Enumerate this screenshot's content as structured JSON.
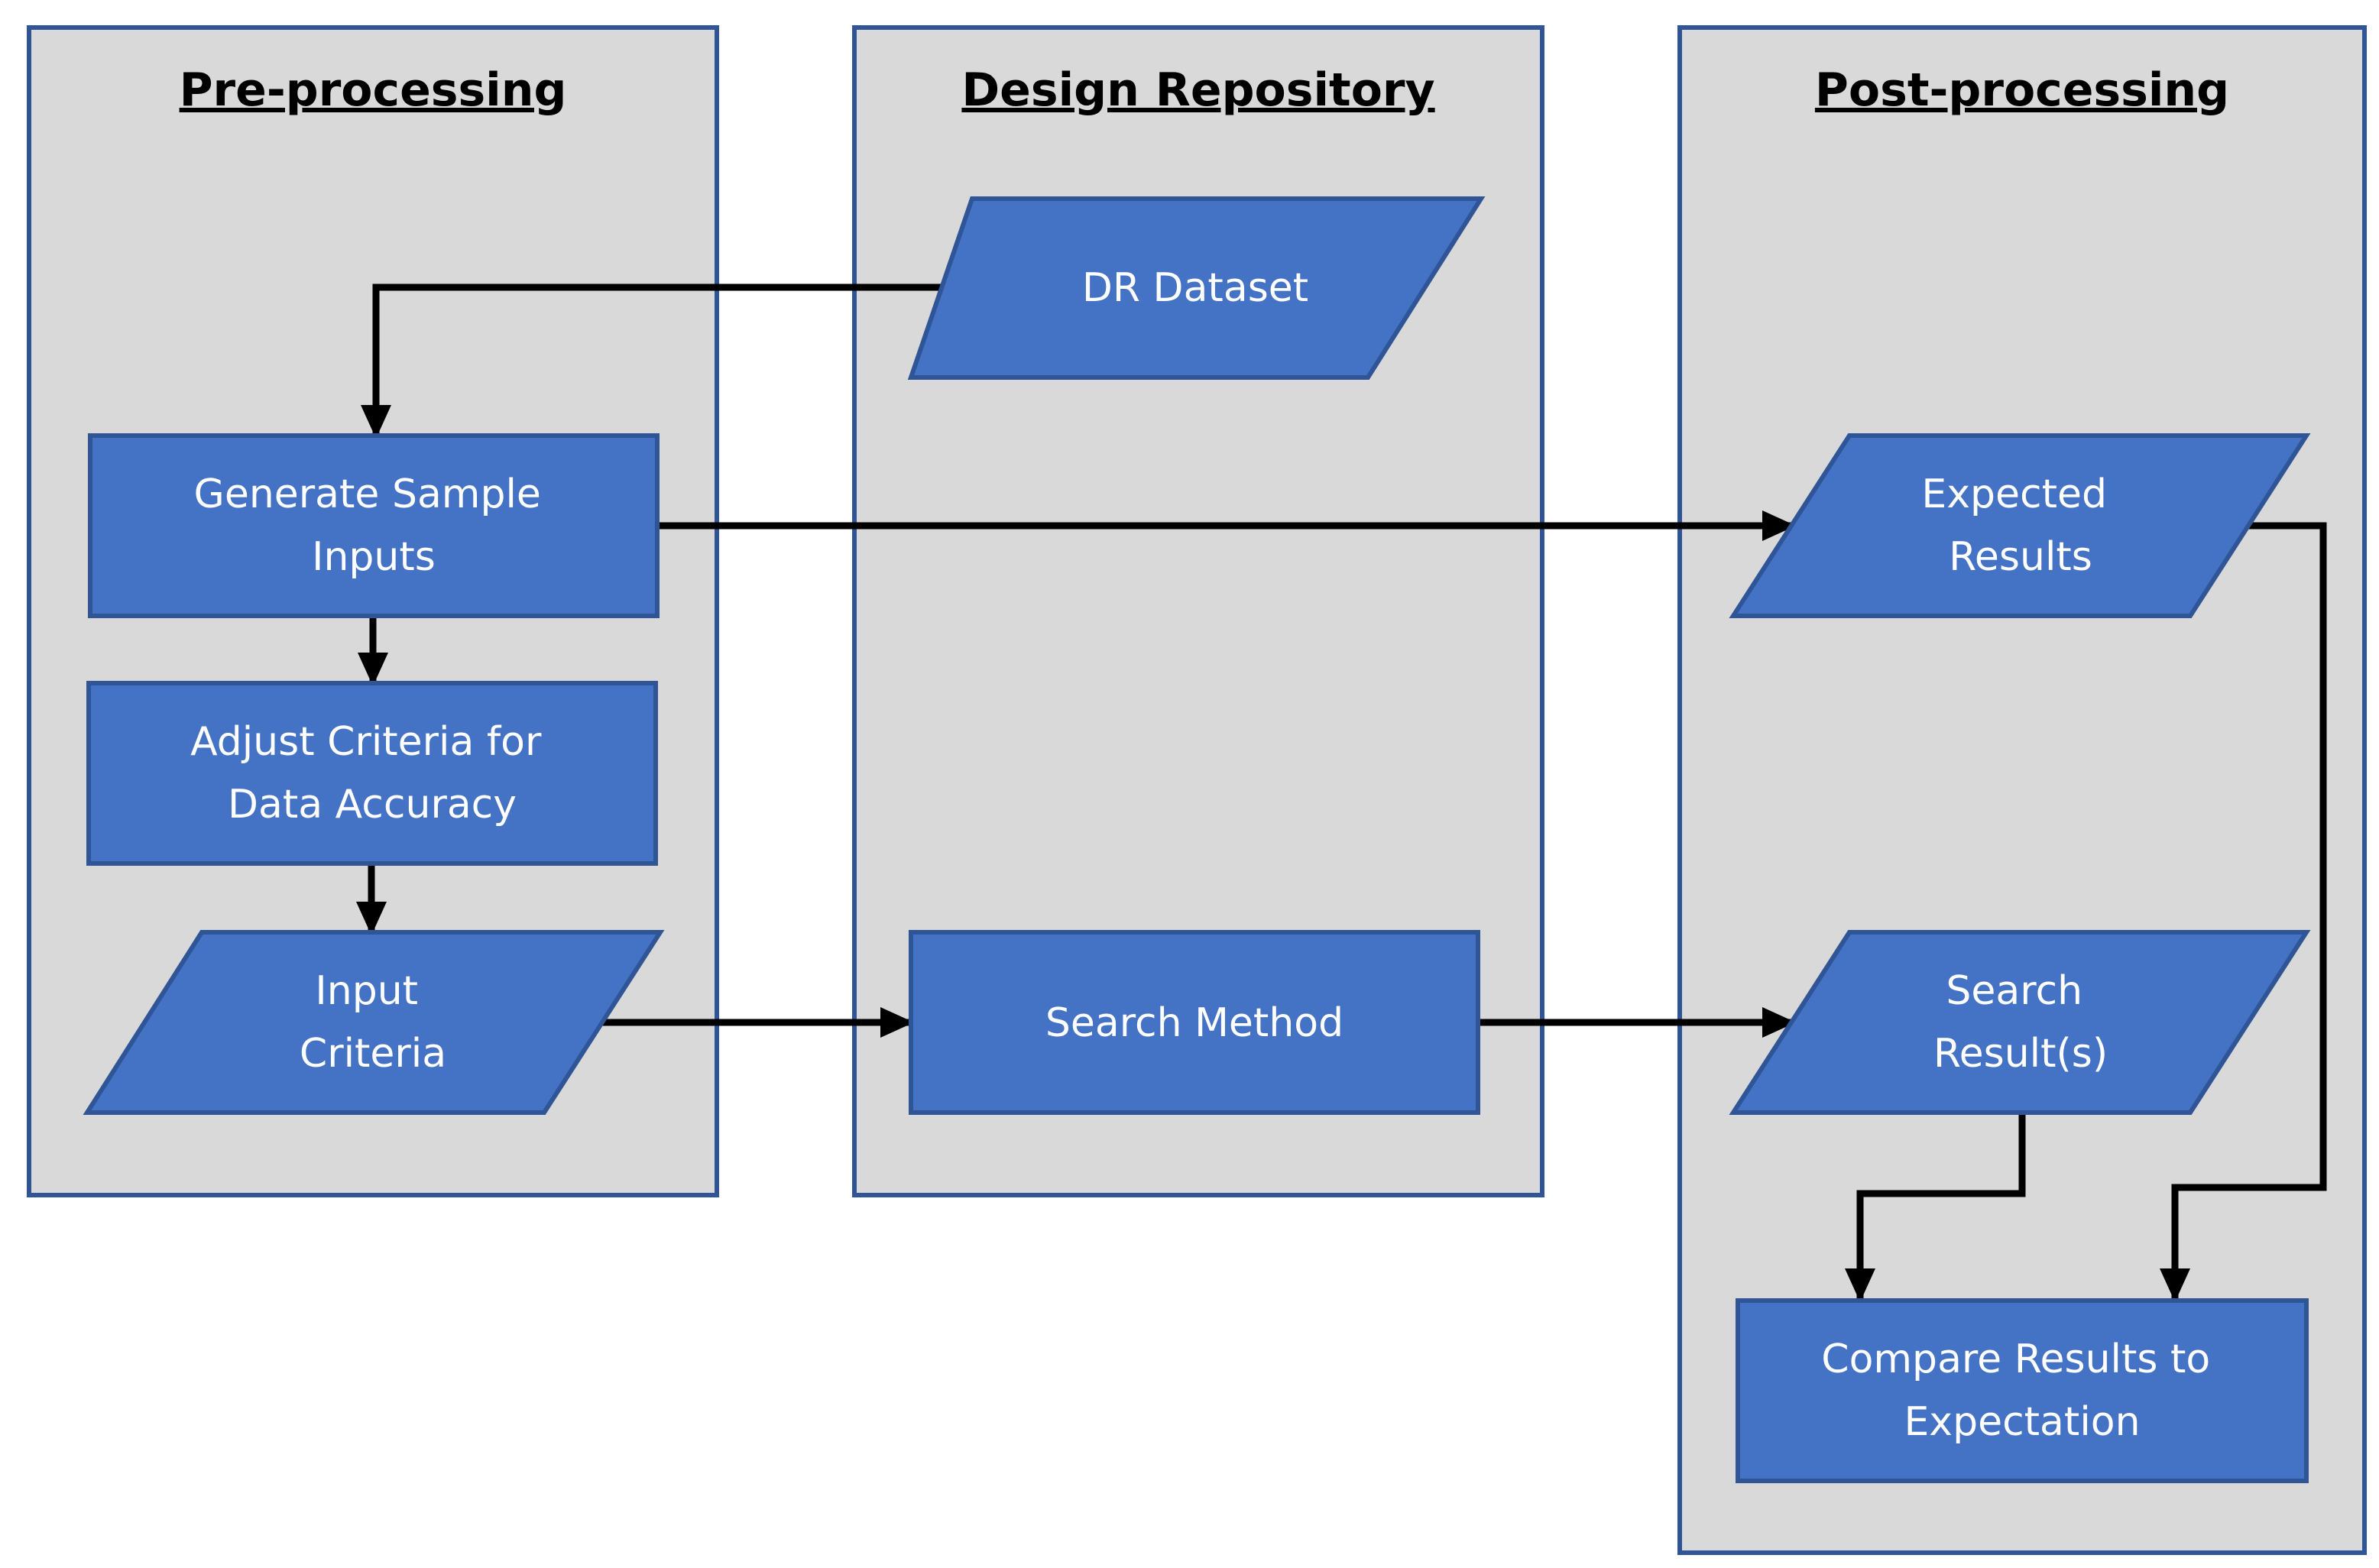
{
  "lanes": {
    "pre": {
      "title": "Pre-processing"
    },
    "repo": {
      "title": "Design Repository"
    },
    "post": {
      "title": "Post-processing"
    }
  },
  "nodes": {
    "dr_dataset": {
      "label_lines": [
        "DR Dataset"
      ],
      "shape": "parallelogram"
    },
    "generate": {
      "label_lines": [
        "Generate Sample",
        "Inputs"
      ],
      "shape": "rectangle"
    },
    "adjust": {
      "label_lines": [
        "Adjust Criteria for",
        "Data Accuracy"
      ],
      "shape": "rectangle"
    },
    "input_criteria": {
      "label_lines": [
        "Input",
        "Criteria"
      ],
      "shape": "parallelogram"
    },
    "search_method": {
      "label_lines": [
        "Search Method"
      ],
      "shape": "rectangle"
    },
    "expected": {
      "label_lines": [
        "Expected",
        "Results"
      ],
      "shape": "parallelogram"
    },
    "search_results": {
      "label_lines": [
        "Search",
        "Result(s)"
      ],
      "shape": "parallelogram"
    },
    "compare": {
      "label_lines": [
        "Compare Results to",
        "Expectation"
      ],
      "shape": "rectangle"
    }
  },
  "edges": [
    {
      "from": "dr_dataset",
      "to": "generate"
    },
    {
      "from": "generate",
      "to": "expected"
    },
    {
      "from": "generate",
      "to": "adjust"
    },
    {
      "from": "adjust",
      "to": "input_criteria"
    },
    {
      "from": "input_criteria",
      "to": "search_method"
    },
    {
      "from": "search_method",
      "to": "search_results"
    },
    {
      "from": "search_results",
      "to": "compare"
    },
    {
      "from": "expected",
      "to": "compare"
    }
  ],
  "colors": {
    "lane_fill": "#d9d9d9",
    "lane_border": "#2f5597",
    "node_fill": "#4472c4",
    "node_border": "#2f5597",
    "node_text": "#ffffff",
    "arrow": "#000000"
  }
}
